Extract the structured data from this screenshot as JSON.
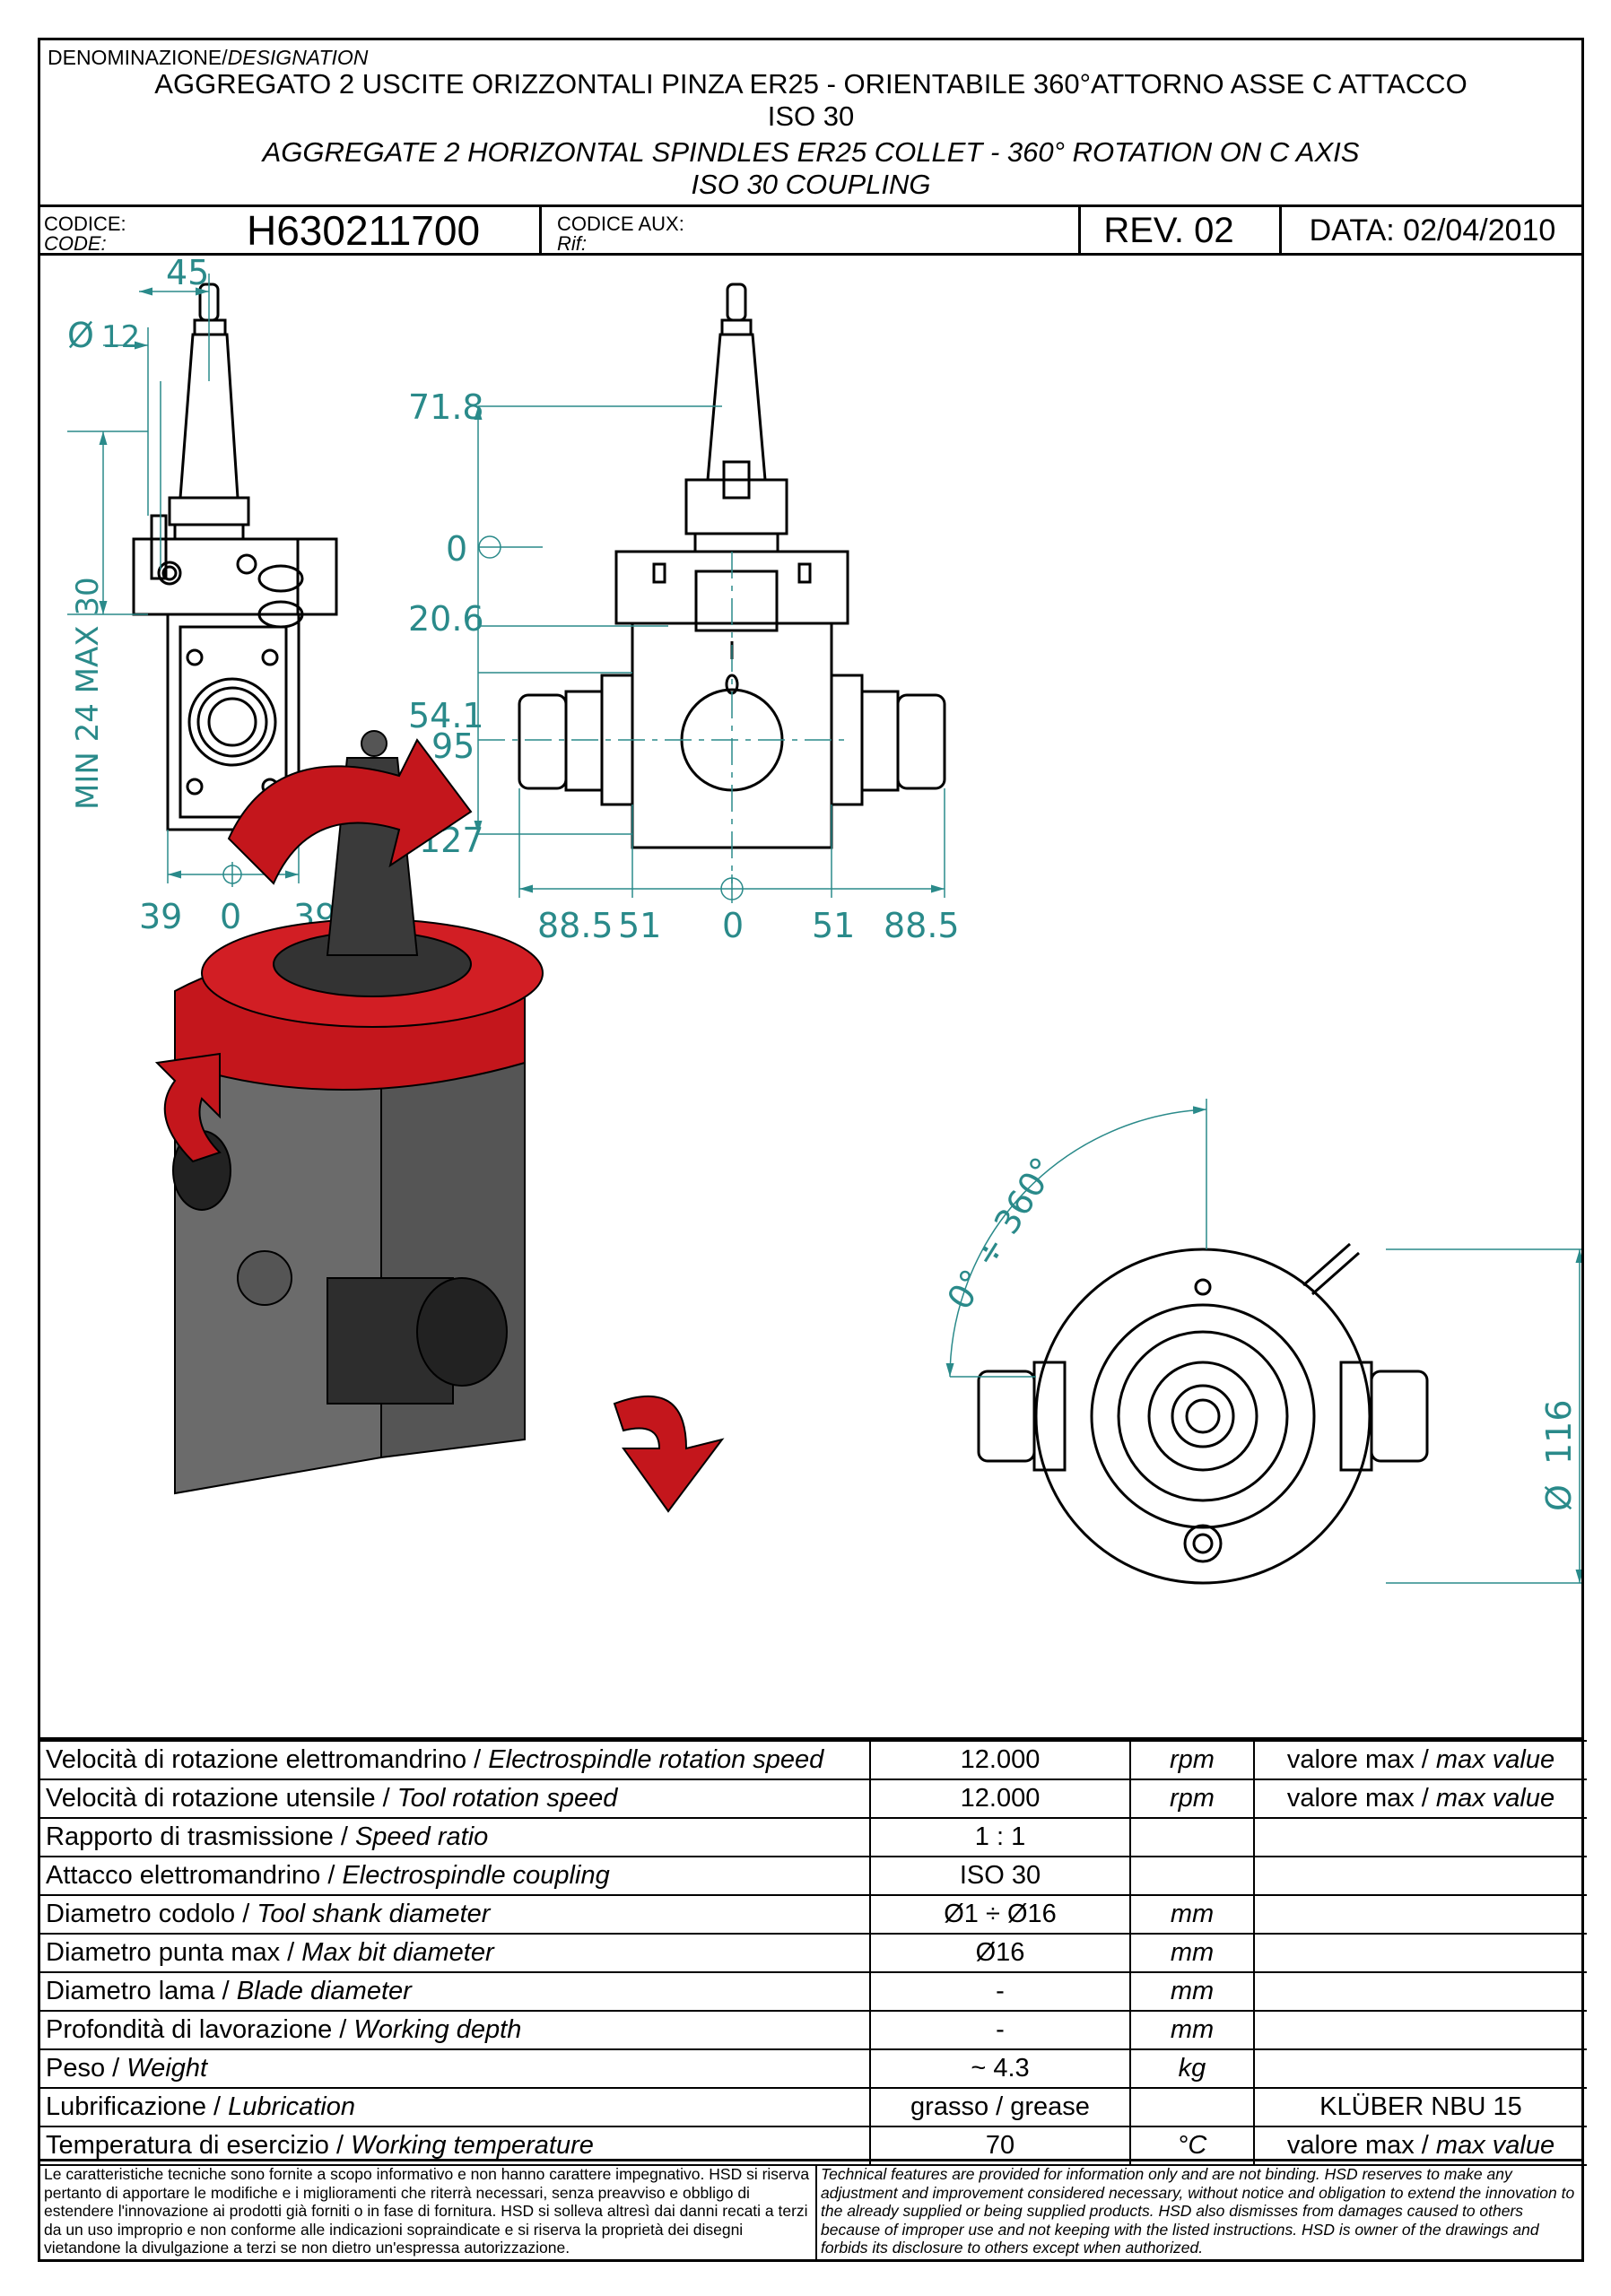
{
  "header": {
    "designation_label_it": "DENOMINAZIONE/",
    "designation_label_en": "DESIGNATION",
    "title_it_line1": "AGGREGATO 2 USCITE ORIZZONTALI PINZA ER25 - ORIENTABILE 360°ATTORNO ASSE C ATTACCO",
    "title_it_line2": "ISO 30",
    "title_en_line1": "AGGREGATE 2 HORIZONTAL SPINDLES ER25 COLLET - 360° ROTATION ON C AXIS",
    "title_en_line2": "ISO 30 COUPLING"
  },
  "code_row": {
    "code_label_it": "CODICE:",
    "code_label_en": "CODE:",
    "code_value": "H630211700",
    "aux_label_it": "CODICE AUX:",
    "aux_label_en": "Rif:",
    "rev": "REV. 02",
    "date": "DATA: 02/04/2010"
  },
  "dimensions": {
    "side_view": {
      "width_top": "45",
      "diameter_symbol": "Ø",
      "diameter": "12",
      "vertical_range": "MIN 24 MAX 30",
      "bottom_left": "39",
      "bottom_center": "0",
      "bottom_right": "39"
    },
    "front_view": {
      "v1": "71.8",
      "v2": "0",
      "v3": "20.6",
      "v4": "54.1",
      "v5": "95",
      "v6": "127",
      "h1": "88.5",
      "h2": "51",
      "h3": "0",
      "h4": "51",
      "h5": "88.5"
    },
    "top_view": {
      "rotation": "0° ÷ 360°",
      "diameter_symbol": "Ø",
      "diameter": "116"
    }
  },
  "specs": [
    {
      "label_it": "Velocità di rotazione elettromandrino / ",
      "label_en": "Electrospindle rotation speed",
      "value": "12.000",
      "unit": "rpm",
      "note_it": "valore max / ",
      "note_en": "max value"
    },
    {
      "label_it": "Velocità di rotazione utensile / ",
      "label_en": "Tool rotation speed",
      "value": "12.000",
      "unit": "rpm",
      "note_it": "valore max / ",
      "note_en": "max value"
    },
    {
      "label_it": "Rapporto di trasmissione / ",
      "label_en": "Speed ratio",
      "value": "1 : 1",
      "unit": "",
      "note_it": "",
      "note_en": ""
    },
    {
      "label_it": "Attacco elettromandrino / ",
      "label_en": "Electrospindle coupling",
      "value": "ISO 30",
      "unit": "",
      "note_it": "",
      "note_en": ""
    },
    {
      "label_it": "Diametro codolo / ",
      "label_en": "Tool shank diameter",
      "value": "Ø1 ÷ Ø16",
      "unit": "mm",
      "note_it": "",
      "note_en": ""
    },
    {
      "label_it": "Diametro punta max / ",
      "label_en": "Max bit diameter",
      "value": "Ø16",
      "unit": "mm",
      "note_it": "",
      "note_en": ""
    },
    {
      "label_it": "Diametro lama / ",
      "label_en": "Blade diameter",
      "value": "-",
      "unit": "mm",
      "note_it": "",
      "note_en": ""
    },
    {
      "label_it": "Profondità di lavorazione / ",
      "label_en": "Working depth",
      "value": "-",
      "unit": "mm",
      "note_it": "",
      "note_en": ""
    },
    {
      "label_it": "Peso / ",
      "label_en": "Weight",
      "value": "~ 4.3",
      "unit": "kg",
      "note_it": "",
      "note_en": ""
    },
    {
      "label_it": "Lubrificazione / ",
      "label_en": "Lubrication",
      "value": "grasso / grease",
      "unit": "",
      "note_it": "KLÜBER NBU 15",
      "note_en": ""
    },
    {
      "label_it": "Temperatura di esercizio / ",
      "label_en": "Working temperature",
      "value": "70",
      "unit": "°C",
      "note_it": "valore max / ",
      "note_en": "max value"
    }
  ],
  "notes": {
    "it": "Le caratteristiche tecniche sono fornite a scopo informativo e non hanno carattere impegnativo. HSD si riserva pertanto di apportare le modifiche e i miglioramenti che riterrà necessari, senza preavviso e obbligo di estendere l'innovazione ai prodotti già forniti o in fase di fornitura. HSD si solleva altresì dai danni recati a terzi da un uso improprio e non conforme alle indicazioni sopraindicate e si riserva la proprietà dei disegni vietandone la divulgazione a terzi se non dietro un'espressa autorizzazione.",
    "en": "Technical features are provided for information only and are not binding. HSD reserves to make any adjustment and improvement considered necessary, without notice and obligation to extend the innovation to the already supplied or being supplied products. HSD also dismisses from damages caused to others because of improper use and not keeping with the listed instructions. HSD is owner of the drawings and forbids its disclosure to others except when authorized."
  },
  "colors": {
    "dimension": "#2a8a8a",
    "housing_red": "#c4161c",
    "housing_grey": "#6b6b6b"
  }
}
